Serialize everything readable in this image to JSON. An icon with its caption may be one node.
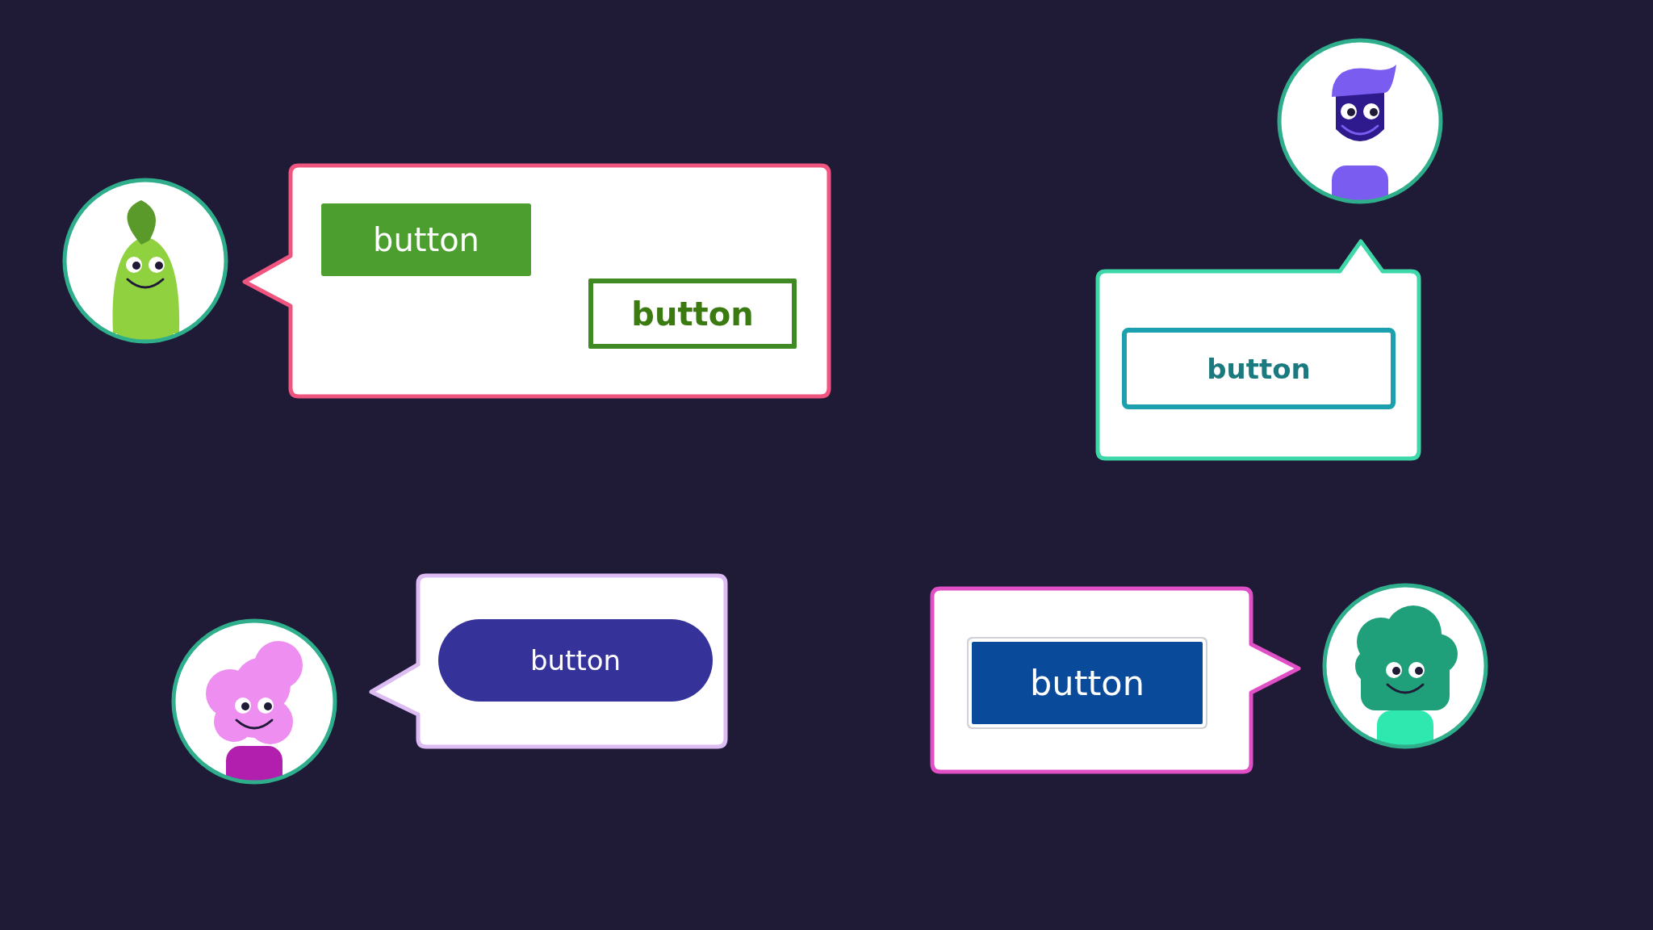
{
  "diagram": {
    "nodes": [
      {
        "text": [],
        "shape": "picture"
      },
      {
        "text": [],
        "shape": "bubble"
      },
      {
        "text": [
          "button"
        ],
        "in": 1
      },
      {
        "text": [
          "button"
        ],
        "in": 1
      },
      {
        "text": [],
        "shape": "picture"
      },
      {
        "text": [],
        "shape": "bubble"
      },
      {
        "text": [
          "button"
        ],
        "in": 5
      },
      {
        "text": [],
        "shape": "picture"
      },
      {
        "text": [],
        "shape": "bubble"
      },
      {
        "text": [
          "button"
        ],
        "in": 8
      },
      {
        "text": [],
        "shape": "bubble"
      },
      {
        "text": [
          "button"
        ],
        "in": 10
      },
      {
        "text": [],
        "shape": "picture"
      }
    ]
  }
}
